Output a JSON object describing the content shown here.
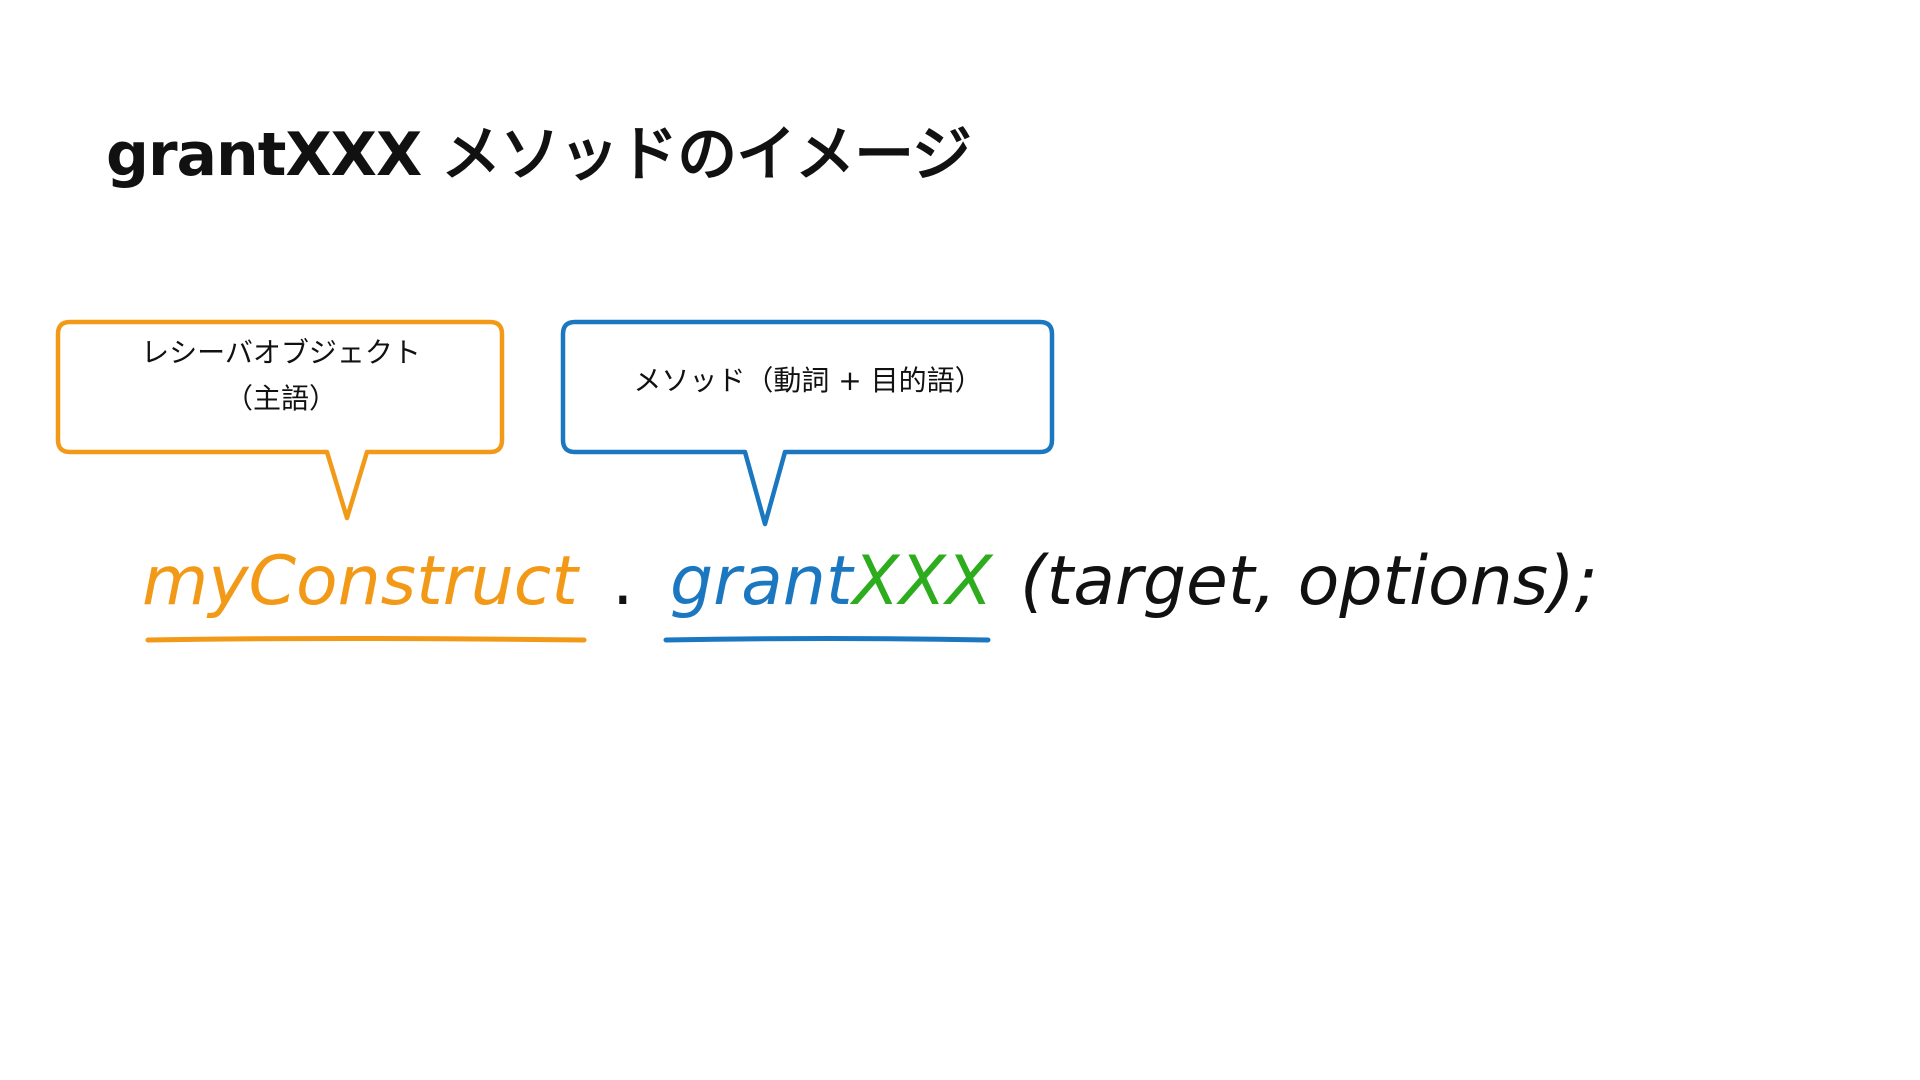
{
  "title": "grantXXX メソッドのイメージ",
  "callouts": {
    "receiver": {
      "line1": "レシーバオブジェクト",
      "line2": "（主語）"
    },
    "method": {
      "line1": "メソッド（動詞 + 目的語）"
    }
  },
  "code": {
    "receiver": "myConstruct",
    "dot": ".",
    "method_verb": "grant",
    "method_object": "XXX",
    "arguments": "(target, options);"
  },
  "colors": {
    "receiver": "#f29a18",
    "method": "#1b78c0",
    "object": "#2dac1e",
    "text": "#111111"
  }
}
